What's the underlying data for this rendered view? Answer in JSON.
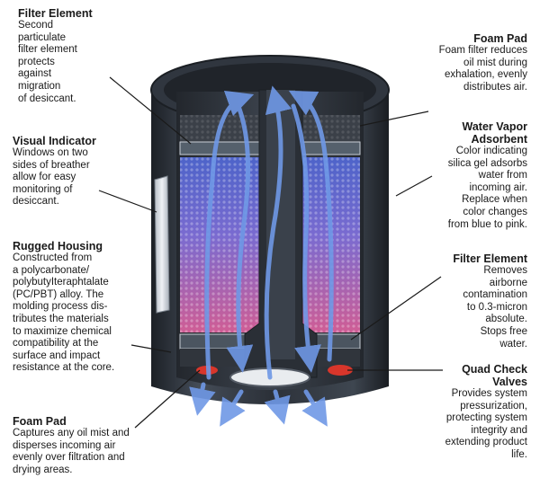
{
  "callouts": {
    "filter_element_left": {
      "title": "Filter Element",
      "body": "Second\nparticulate\nfilter element\nprotects\nagainst\nmigration\nof desiccant."
    },
    "visual_indicator": {
      "title": "Visual Indicator",
      "body": "Windows on two\nsides of breather\nallow for easy\nmonitoring of\ndesiccant."
    },
    "rugged_housing": {
      "title": "Rugged Housing",
      "body": "Constructed from\na polycarbonate/\npolybutyIteraphtalate\n(PC/PBT) alloy.  The\nmolding process dis-\ntributes the materials\nto maximize chemical\ncompatibility at the\nsurface and impact\nresistance at the core."
    },
    "foam_pad_left": {
      "title": "Foam Pad",
      "body": "Captures any oil mist and\ndisperses incoming air\nevenly over filtration and\ndrying areas."
    },
    "foam_pad_right": {
      "title": "Foam Pad",
      "body": "Foam filter reduces\noil mist during\nexhalation, evenly\ndistributes air."
    },
    "water_vapor_adsorbent": {
      "title": "Water Vapor\nAdsorbent",
      "body": "Color indicating\nsilica gel adsorbs\nwater from\nincoming air.\nReplace when\ncolor changes\nfrom blue to pink."
    },
    "filter_element_right": {
      "title": "Filter Element",
      "body": "Removes\nairborne\ncontamination\nto 0.3-micron\nabsolute.\nStops free\nwater."
    },
    "quad_check_valves": {
      "title": "Quad Check\nValves",
      "body": "Provides system\npressurization,\nprotecting system\nintegrity and\nextending product\nlife."
    }
  },
  "colors": {
    "housing": "#2b3038",
    "housing_light": "#4a5360",
    "desiccant_blue": "#5a6fd0",
    "desiccant_pink": "#c8609a",
    "foam": "#3a3e44",
    "arrow": "#5b86d6",
    "valve": "#d8362b"
  }
}
